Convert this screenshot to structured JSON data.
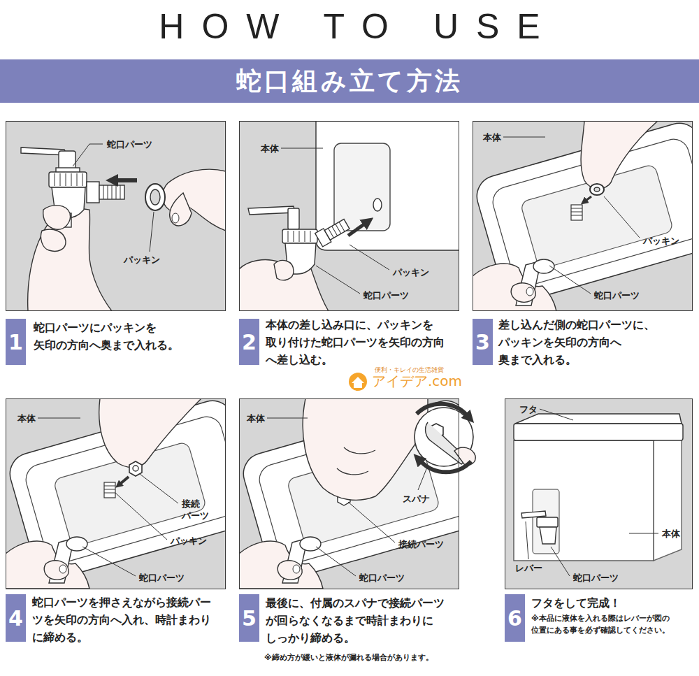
{
  "diagram": {
    "title": "HOW TO USE",
    "nodes": [
      {
        "text": [
          "蛇口組み立て方法"
        ]
      },
      {
        "text": [
          "蛇口パーツ",
          "パッキン"
        ]
      },
      {
        "text": [
          "本体",
          "パッキン",
          "蛇口パーツ"
        ]
      },
      {
        "text": [
          "本体",
          "パッキン",
          "蛇口パーツ"
        ]
      },
      {
        "text": [
          "1"
        ]
      },
      {
        "text": [
          "2"
        ]
      },
      {
        "text": [
          "3"
        ]
      },
      {
        "text": [
          "本体",
          "接続 パーツ",
          "パッキン",
          "蛇口パーツ"
        ]
      },
      {
        "text": [
          "本体",
          "スパナ",
          "接続パーツ",
          "蛇口パーツ"
        ]
      },
      {
        "text": [
          "フタ",
          "本体",
          "レバー",
          "蛇口パーツ"
        ]
      },
      {
        "text": [
          "4"
        ]
      },
      {
        "text": [
          "5"
        ]
      },
      {
        "text": [
          "6"
        ]
      }
    ],
    "labels": [
      "蛇口パーツにパッキンを 矢印の方向へ奥まで入れる。",
      "本体の差し込み口に、パッキンを 取り付けた蛇口パーツを矢印の方向 へ差し込む。",
      "差し込んだ側の蛇口パーツに、 パッキンを矢印の方向へ 奥まで入れる。",
      "便利・キレイの生活雑貨",
      "アイデア.com",
      "蛇口パーツを押さえながら接続パー ツを矢印の方向へ入れ、時計まわり に締める。",
      "最後に、付属のスパナで接続パーツ が回らなくなるまで時計まわりに しっかり締める。",
      "※締め方が緩いと液体が漏れる場合があります。",
      "フタをして完成！",
      "※本品に液体を入れる際はレバーが図の 位置にある事を必ず確認してください。"
    ]
  }
}
